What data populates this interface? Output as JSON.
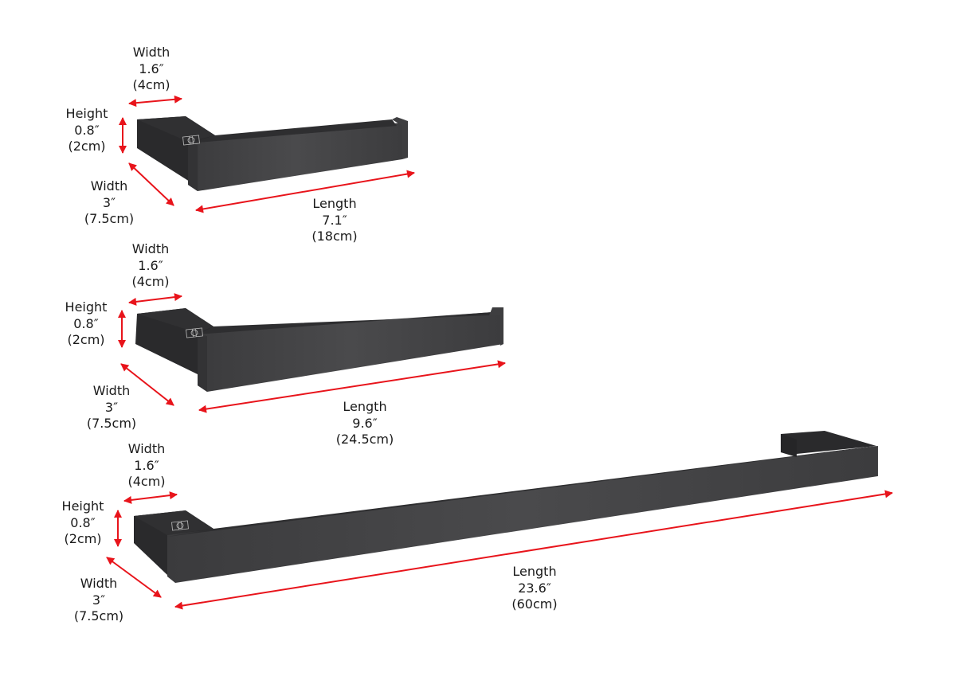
{
  "diagram": {
    "accent_color": "#e8141b",
    "product_color": "#3a3a3c",
    "products": [
      {
        "name": "toilet-paper-holder-short",
        "labels": {
          "top_width": {
            "title": "Width",
            "imperial": "1.6″",
            "metric": "(4cm)"
          },
          "height": {
            "title": "Height",
            "imperial": "0.8″",
            "metric": "(2cm)"
          },
          "depth_width": {
            "title": "Width",
            "imperial": "3″",
            "metric": "(7.5cm)"
          },
          "length": {
            "title": "Length",
            "imperial": "7.1″",
            "metric": "(18cm)"
          }
        }
      },
      {
        "name": "hand-towel-holder",
        "labels": {
          "top_width": {
            "title": "Width",
            "imperial": "1.6″",
            "metric": "(4cm)"
          },
          "height": {
            "title": "Height",
            "imperial": "0.8″",
            "metric": "(2cm)"
          },
          "depth_width": {
            "title": "Width",
            "imperial": "3″",
            "metric": "(7.5cm)"
          },
          "length": {
            "title": "Length",
            "imperial": "9.6″",
            "metric": "(24.5cm)"
          }
        }
      },
      {
        "name": "towel-bar",
        "labels": {
          "top_width": {
            "title": "Width",
            "imperial": "1.6″",
            "metric": "(4cm)"
          },
          "height": {
            "title": "Height",
            "imperial": "0.8″",
            "metric": "(2cm)"
          },
          "depth_width": {
            "title": "Width",
            "imperial": "3″",
            "metric": "(7.5cm)"
          },
          "length": {
            "title": "Length",
            "imperial": "23.6″",
            "metric": "(60cm)"
          }
        }
      }
    ]
  }
}
